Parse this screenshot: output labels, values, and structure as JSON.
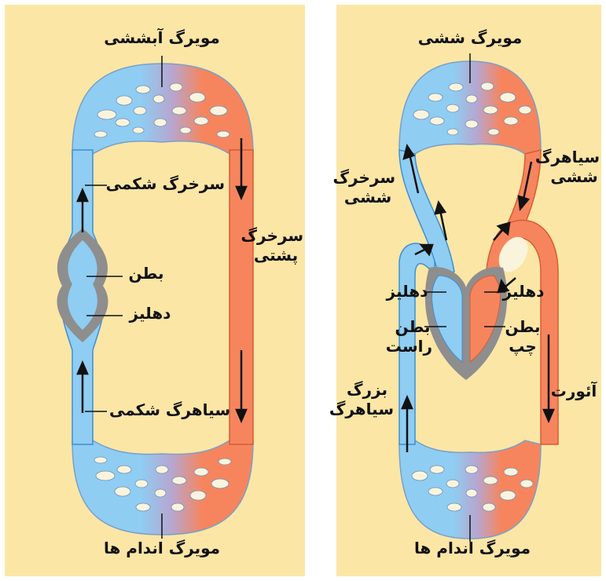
{
  "colors": {
    "background": "#fbe6a6",
    "venous_blue": "#8fcdf2",
    "venous_outline": "#3f8fd3",
    "arterial_orange": "#f6855e",
    "arterial_outline": "#d75c32",
    "capillary_mix": "#b7a6cf",
    "heart_tissue": "#8e8e8e",
    "arrow": "#111111"
  },
  "left_diagram": {
    "labels": {
      "gill_capillaries": "مویرگ آبششی",
      "ventral_aorta": "سرخرگ شکمی",
      "dorsal_aorta": "سرخرگ پشتی",
      "ventricle": "بطن",
      "atrium": "دهلیز",
      "ventral_vein": "سیاهرگ شکمی",
      "body_capillaries": "مویرگ اندام ها"
    }
  },
  "right_diagram": {
    "labels": {
      "lung_capillaries": "مویرگ ششی",
      "pulmonary_artery": "سرخرگ ششی",
      "pulmonary_vein": "سیاهرگ ششی",
      "right_atrium": "دهلیز",
      "left_atrium": "دهلیز",
      "right_ventricle": "بطن راست",
      "left_ventricle": "بطن چپ",
      "vena_cava": "بزرگ سیاهرگ",
      "aorta": "آئورت",
      "body_capillaries": "مویرگ اندام ها"
    }
  }
}
